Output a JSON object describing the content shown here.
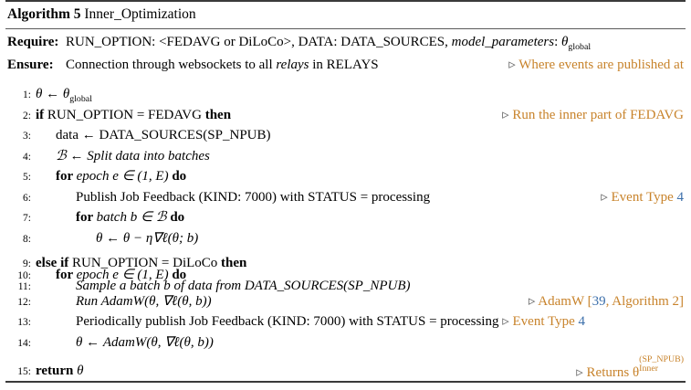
{
  "colors": {
    "comment_orange": "#c8832b",
    "citation_blue": "#3d70ab",
    "rule_dark": "#3a3a3a",
    "text": "#000000",
    "background": "#ffffff",
    "triangle_gray": "#6c6c6c"
  },
  "algorithm": {
    "label": "Algorithm 5",
    "name": "Inner_Optimization",
    "require": {
      "label": "Require:",
      "text_a": "RUN_OPTION: <FEDAVG or DiLoCo>, DATA: DATA_SOURCES, ",
      "text_italic": "model_parameters",
      "text_b": ": ",
      "symbol": "θ",
      "symbol_sub": "global"
    },
    "ensure": {
      "label": "Ensure:",
      "text_a": "Connection through websockets to all ",
      "text_italic": "relays",
      "text_b": " in RELAYS",
      "comment": "Where events are published at"
    },
    "triangle": "▹",
    "lines": [
      {
        "no": "1:",
        "indent": 0,
        "content": "θ ← θ",
        "content_sub": "global",
        "comment": ""
      },
      {
        "no": "2:",
        "indent": 0,
        "kw_pre": "if",
        "content": "RUN_OPTION = FEDAVG",
        "kw_post": "then",
        "comment": "Run the inner part of FEDAVG"
      },
      {
        "no": "3:",
        "indent": 1,
        "content": "data ← DATA_SOURCES(SP_NPUB)",
        "comment": ""
      },
      {
        "no": "4:",
        "indent": 1,
        "content": "ℬ ← Split data into batches",
        "comment": ""
      },
      {
        "no": "5:",
        "indent": 1,
        "kw_pre": "for",
        "content": "epoch e ∈ (1, E)",
        "kw_post": "do",
        "comment": ""
      },
      {
        "no": "6:",
        "indent": 2,
        "content": "Publish Job Feedback (KIND: 7000) with STATUS = processing",
        "comment": "Event Type ",
        "comment_cite": "4"
      },
      {
        "no": "7:",
        "indent": 2,
        "kw_pre": "for",
        "content": "batch b ∈ ℬ",
        "kw_post": "do",
        "comment": ""
      },
      {
        "no": "8:",
        "indent": 3,
        "content": "θ ← θ − η∇ℓ(θ; b)",
        "comment": ""
      },
      {
        "no": "9:",
        "indent": 0,
        "kw_pre": "else if",
        "content": "RUN_OPTION = DiLoCo",
        "kw_post": "then",
        "comment": ""
      },
      {
        "no": "10:",
        "indent": 1,
        "kw_pre": "for",
        "content": "epoch e ∈ (1, E)",
        "kw_post": "do",
        "comment": ""
      },
      {
        "no": "11:",
        "indent": 2,
        "content": "Sample a batch b of data from DATA_SOURCES(SP_NPUB)",
        "comment": ""
      },
      {
        "no": "12:",
        "indent": 2,
        "content": "Run AdamW(θ, ∇ℓ(θ, b))",
        "comment_pre": "AdamW [",
        "comment_cite": "39",
        "comment_post": ", Algorithm 2]"
      },
      {
        "no": "13:",
        "indent": 2,
        "content": "Periodically publish Job Feedback (KIND: 7000) with STATUS = processing",
        "comment": "Event Type ",
        "comment_cite": "4",
        "inflow": true
      },
      {
        "no": "14:",
        "indent": 2,
        "content": "θ ← AdamW(θ, ∇ℓ(θ, b))",
        "comment": ""
      },
      {
        "no": "15:",
        "indent": 0,
        "kw_pre": "return",
        "content": "θ",
        "comment": "Returns θ",
        "comment_sup": "(SP_NPUB)",
        "comment_sub": "Inner"
      }
    ]
  }
}
